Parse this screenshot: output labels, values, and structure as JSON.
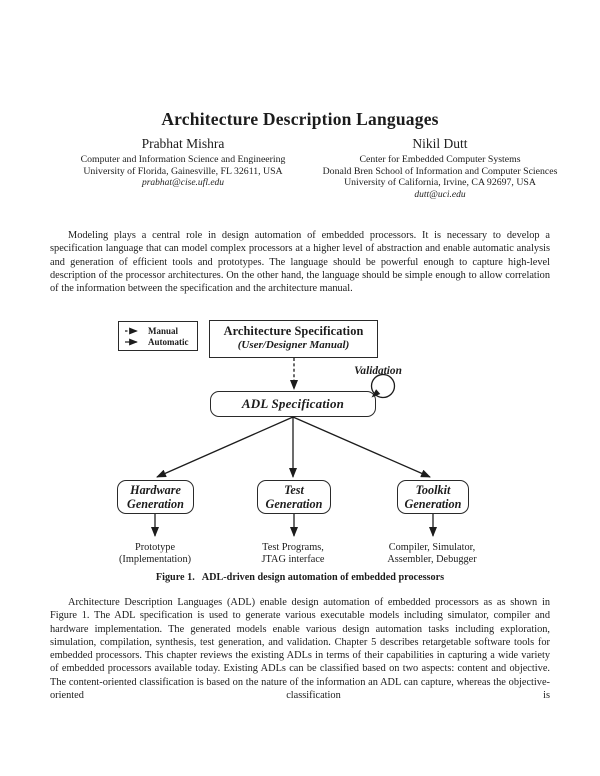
{
  "page": {
    "title": "Architecture Description Languages",
    "authors": [
      {
        "name": "Prabhat Mishra",
        "affiliation_lines": [
          "Computer and Information Science and Engineering",
          "University of Florida, Gainesville, FL 32611, USA"
        ],
        "email": "prabhat@cise.ufl.edu"
      },
      {
        "name": "Nikil Dutt",
        "affiliation_lines": [
          "Center for Embedded Computer Systems",
          "Donald Bren School of Information and Computer Sciences",
          "University of California, Irvine, CA 92697, USA"
        ],
        "email": "dutt@uci.edu"
      }
    ],
    "paragraphs": [
      "Modeling plays a central role in design automation of embedded processors. It is necessary to develop a specification language that can model complex processors at a higher level of abstraction and enable automatic analysis and generation of efficient tools and prototypes. The language should be powerful enough to capture high-level description of the processor architectures. On the other hand, the language should be simple enough to allow correlation of the information between the specification and the architecture manual.",
      "Architecture Description Languages (ADL) enable design automation of embedded processors as as shown in Figure 1. The ADL specification is used to generate various executable models including simulator, compiler and hardware implementation. The generated models enable various design automation tasks including exploration, simulation, compilation, synthesis, test generation, and validation. Chapter 5 describes retargetable software tools for embedded processors. This chapter reviews the existing ADLs in terms of their capabilities in capturing a wide variety of embedded processors available today. Existing ADLs can be classified based on two aspects: content and objective. The content-oriented classification is based on the nature of the information an ADL can capture, whereas the objective-oriented classification is"
    ],
    "figure": {
      "legend": {
        "manual": "Manual",
        "automatic": "Automatic"
      },
      "nodes": {
        "arch_spec_title": "Architecture Specification",
        "arch_spec_subtitle": "(User/Designer Manual)",
        "validation": "Validation",
        "adl_spec": "ADL Specification",
        "hardware_gen": [
          "Hardware",
          "Generation"
        ],
        "test_gen": [
          "Test",
          "Generation"
        ],
        "toolkit_gen": [
          "Toolkit",
          "Generation"
        ]
      },
      "outputs": {
        "hardware": [
          "Prototype",
          "(Implementation)"
        ],
        "test": [
          "Test Programs,",
          "JTAG interface"
        ],
        "toolkit": [
          "Compiler, Simulator,",
          "Assembler, Debugger"
        ]
      },
      "caption_label": "Figure 1.",
      "caption_text": "ADL-driven design automation of embedded processors"
    }
  }
}
